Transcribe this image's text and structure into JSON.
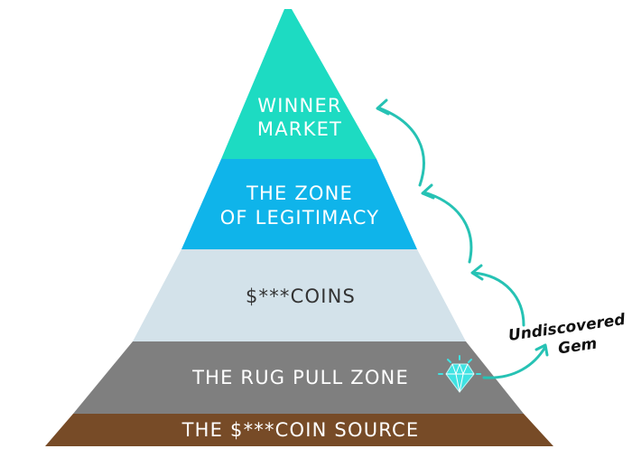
{
  "pyramid": {
    "layers": [
      {
        "lines": [
          "WINNER",
          "MARKET"
        ],
        "color": "#1DDBC2"
      },
      {
        "lines": [
          "THE ZONE",
          "OF LEGITIMACY"
        ],
        "color": "#0FB4EA"
      },
      {
        "lines": [
          "$***COINS"
        ],
        "color": "#D3E2EA"
      },
      {
        "lines": [
          "THE RUG PULL ZONE"
        ],
        "color": "#7F7F7F"
      },
      {
        "lines": [
          "THE $***COIN SOURCE"
        ],
        "color": "#774B27"
      }
    ]
  },
  "annotation": {
    "lines": [
      "Undiscovered",
      "Gem"
    ]
  },
  "colors": {
    "arrow": "#26C2B4",
    "gem": "#3FE3E3"
  },
  "icons": {
    "gem": "diamond-icon"
  }
}
